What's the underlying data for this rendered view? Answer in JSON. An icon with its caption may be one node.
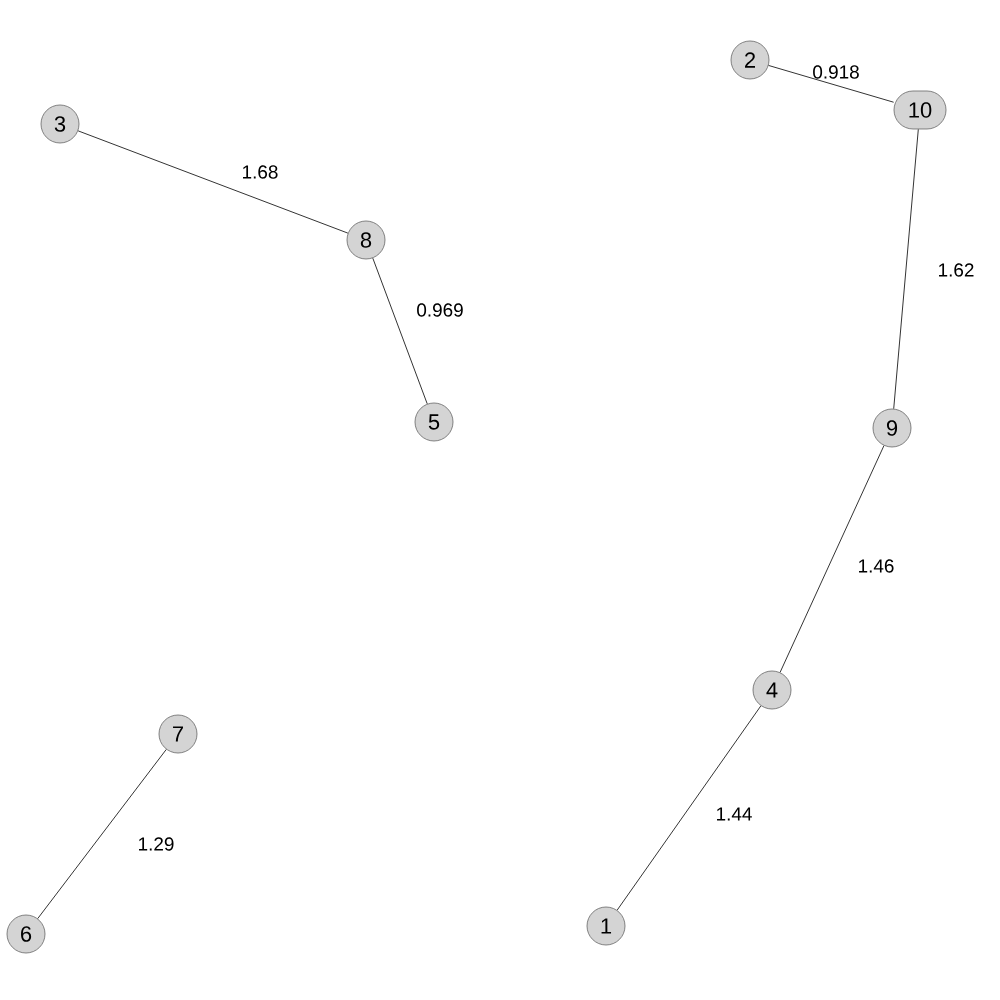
{
  "diagram": {
    "nodes": [
      {
        "text": [
          "1"
        ]
      },
      {
        "text": [
          "2"
        ]
      },
      {
        "text": [
          "3"
        ]
      },
      {
        "text": [
          "4"
        ]
      },
      {
        "text": [
          "5"
        ]
      },
      {
        "text": [
          "6"
        ]
      },
      {
        "text": [
          "7"
        ]
      },
      {
        "text": [
          "8"
        ]
      },
      {
        "text": [
          "9"
        ]
      },
      {
        "text": [
          "10"
        ]
      }
    ],
    "edges": [
      {
        "from": 2,
        "to": 7,
        "arrow": "none",
        "label": "1.68"
      },
      {
        "from": 7,
        "to": 4,
        "arrow": "none",
        "label": "0.969"
      },
      {
        "from": 1,
        "to": 9,
        "arrow": "none",
        "label": "0.918"
      },
      {
        "from": 9,
        "to": 8,
        "arrow": "none",
        "label": "1.62"
      },
      {
        "from": 8,
        "to": 3,
        "arrow": "none",
        "label": "1.46"
      },
      {
        "from": 3,
        "to": 0,
        "arrow": "none",
        "label": "1.44"
      },
      {
        "from": 6,
        "to": 5,
        "arrow": "none",
        "label": "1.29"
      }
    ]
  }
}
